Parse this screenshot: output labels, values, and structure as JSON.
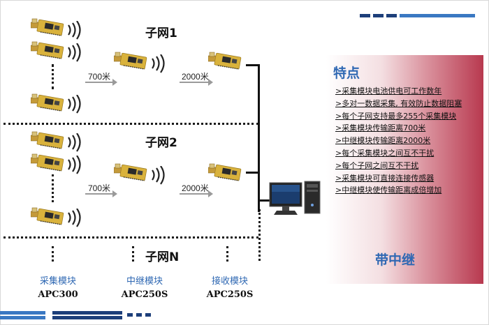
{
  "subnets": [
    {
      "title": "子网1",
      "distance_relay": "700米",
      "distance_receiver": "2000米"
    },
    {
      "title": "子网2",
      "distance_relay": "700米",
      "distance_receiver": "2000米"
    },
    {
      "title": "子网N"
    }
  ],
  "columns": [
    {
      "name": "采集模块",
      "model": "APC300"
    },
    {
      "name": "中继模块",
      "model": "APC250S"
    },
    {
      "name": "接收模块",
      "model": "APC250S"
    }
  ],
  "features": {
    "title": "特点",
    "items": [
      ">采集模块电池供电可工作数年",
      ">多对一数据采集, 有效防止数据阻塞",
      ">每个子网支持最多255个采集模块",
      ">采集模块传输距离700米",
      ">中继模块传输距离2000米",
      ">每个采集模块之间互不干扰",
      ">每个子网之间互不干扰",
      ">采集模块可直接连接传感器",
      ">中继模块使传输距离成倍增加"
    ],
    "relay_label": "带中继"
  },
  "colors": {
    "accent_blue": "#2f68b3",
    "stripe_navy": "#1d3f7a",
    "panel_red": "#b8394f",
    "module_pcb": "#d9b23c"
  }
}
